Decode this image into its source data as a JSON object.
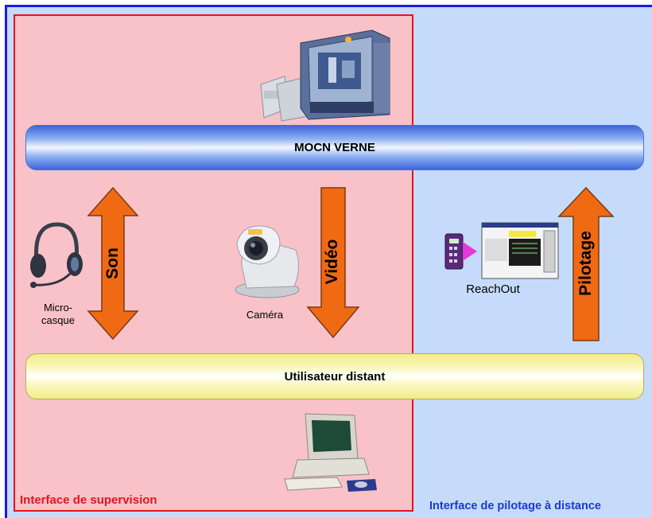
{
  "top_bar": {
    "label": "MOCN VERNE"
  },
  "bottom_bar": {
    "label": "Utilisateur distant"
  },
  "arrows": {
    "son": "Son",
    "video": "Vidéo",
    "pilotage": "Pilotage"
  },
  "captions": {
    "micro_line1": "Micro-",
    "micro_line2": "casque",
    "camera": "Caméra",
    "reachout": "ReachOut"
  },
  "panels": {
    "supervision": "Interface de supervision",
    "remote": "Interface de pilotage à distance"
  },
  "colors": {
    "supervision_panel": "#f8c2c8",
    "supervision_border": "#e4141e",
    "remote_panel": "#c6dbfb",
    "remote_border": "#1a1ae6",
    "arrow_fill": "#f06a14",
    "top_bar": "#3d65dd",
    "bottom_bar": "#f2ec86"
  },
  "icons": [
    "machine-tool-icon",
    "headset-icon",
    "webcam-icon",
    "reachout-icon",
    "computer-icon"
  ]
}
